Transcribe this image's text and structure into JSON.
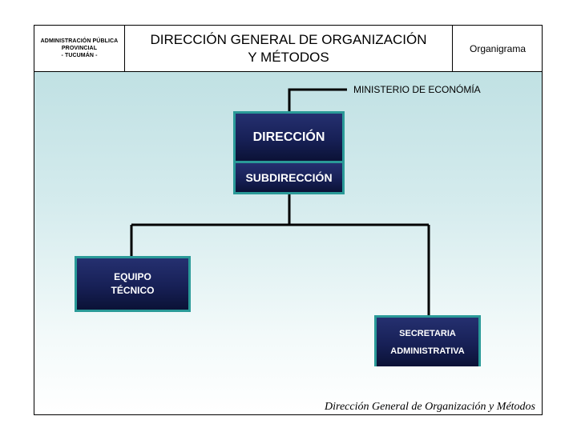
{
  "header": {
    "org_line1": "ADMINISTRACIÓN PÚBLICA",
    "org_line2": "PROVINCIAL",
    "org_line3": "- TUCUMÁN -",
    "title_line1": "DIRECCIÓN GENERAL DE ORGANIZACIÓN",
    "title_line2": "Y MÉTODOS",
    "label": "Organigrama"
  },
  "chart": {
    "parent": "MINISTERIO DE ECONÓMÍA",
    "direccion": "DIRECCIÓN",
    "subdireccion": "SUBDIRECCIÓN",
    "equipo_line1": "EQUIPO",
    "equipo_line2": "TÉCNICO",
    "secretaria_line1": "SECRETARIA",
    "secretaria_line2": "ADMINISTRATIVA"
  },
  "colors": {
    "box_fill": "#172056",
    "box_border": "#2a9a98",
    "background_top": "#b9dde0"
  },
  "footer": {
    "text": "Dirección General de Organización  y Métodos"
  }
}
